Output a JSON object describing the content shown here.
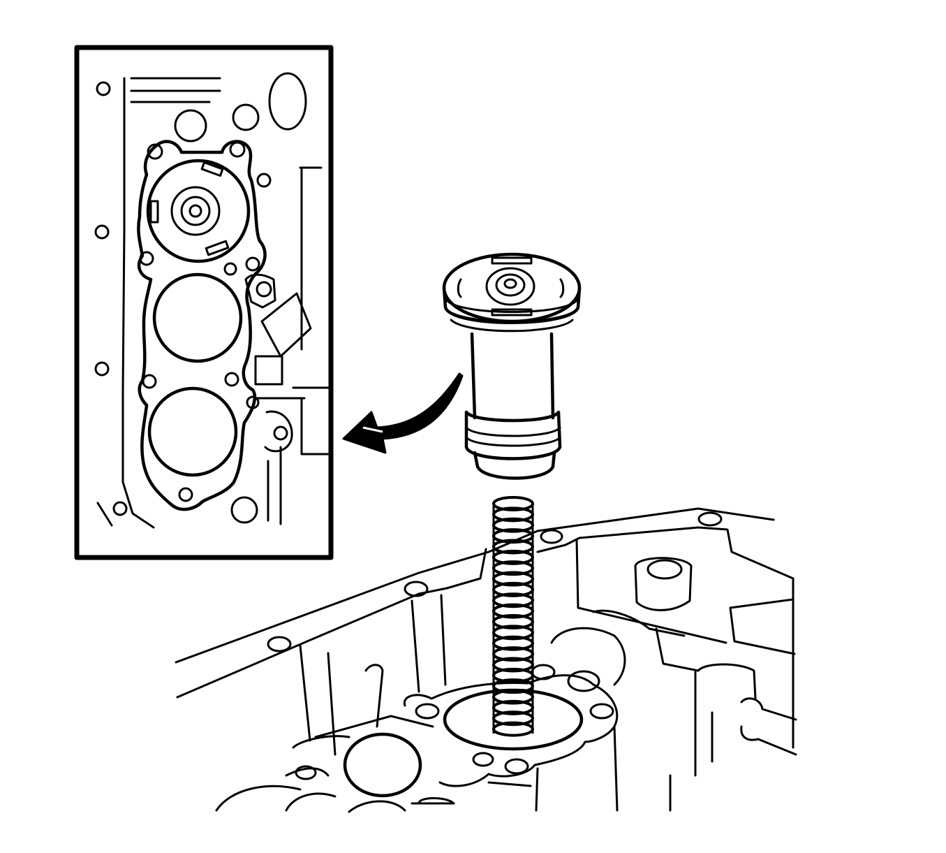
{
  "figure": {
    "colors": {
      "ink": "#000000",
      "paper": "#ffffff"
    },
    "parts": [
      {
        "id": "inset-detail",
        "kind": "enlarged view"
      },
      {
        "id": "accumulator-piston",
        "kind": "piston"
      },
      {
        "id": "accumulator-spring",
        "kind": "coil spring"
      },
      {
        "id": "transmission-case",
        "kind": "housing"
      },
      {
        "id": "install-direction-arrow",
        "kind": "arrow"
      }
    ],
    "spring_coil_count": 22
  }
}
